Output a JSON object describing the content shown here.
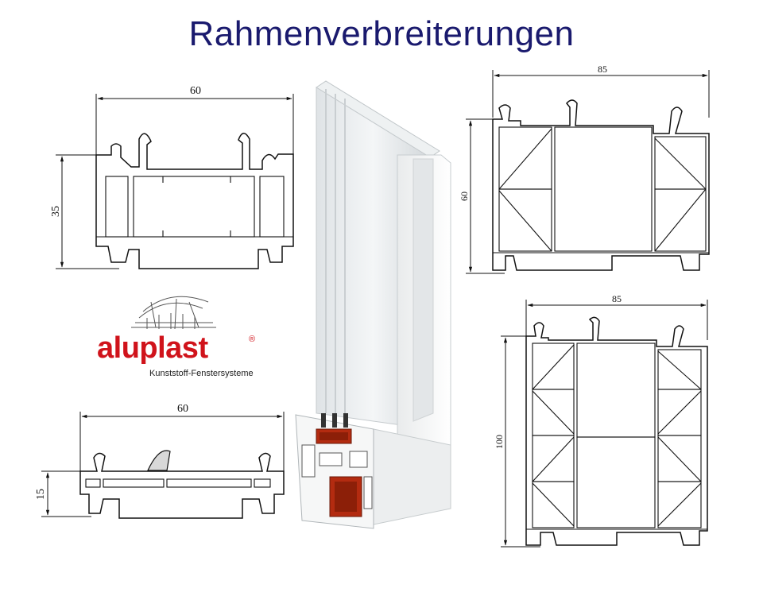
{
  "page": {
    "title": "Rahmenverbreiterungen"
  },
  "profiles": {
    "top_left": {
      "width_label": "60",
      "height_label": "35"
    },
    "bottom_left": {
      "width_label": "60",
      "height_label": "15"
    },
    "top_right": {
      "width_label": "85",
      "height_label": "60"
    },
    "bottom_right": {
      "width_label": "85",
      "height_label": "100"
    }
  },
  "logo": {
    "brand": "aluplast",
    "registered": "®",
    "tagline": "Kunststoff-Fenstersysteme"
  },
  "colors": {
    "title": "#1a1a6e",
    "brand_red": "#d0131b",
    "profile_core": "#b32b10"
  }
}
